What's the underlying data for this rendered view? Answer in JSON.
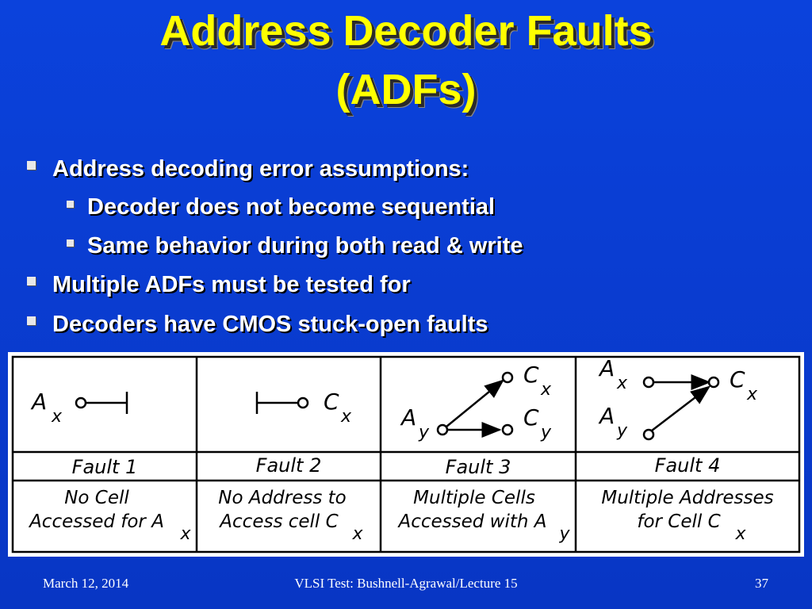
{
  "title": {
    "line1": "Address Decoder Faults",
    "line2": "(ADFs)"
  },
  "bullets": [
    {
      "level": 1,
      "text": "Address decoding error  assumptions:"
    },
    {
      "level": 2,
      "text": "Decoder does not become sequential"
    },
    {
      "level": 2,
      "text": "Same behavior  during both read & write"
    },
    {
      "level": 1,
      "text": "Multiple ADFs must be tested for"
    },
    {
      "level": 1,
      "text": "Decoders  have CMOS stuck-open faults"
    }
  ],
  "figure": {
    "labels": {
      "ax": "A",
      "x": "x",
      "cx": "C",
      "ay": "A",
      "y": "y",
      "cy": "C"
    },
    "faults": [
      "Fault 1",
      "Fault 2",
      "Fault 3",
      "Fault 4"
    ],
    "descriptions": [
      {
        "line1": "No  Cell",
        "line2": "Accessed for A",
        "sub": "x"
      },
      {
        "line1": "No  Address to",
        "line2": "Access cell C",
        "sub": "x"
      },
      {
        "line1": "Multiple  Cells",
        "line2": "Accessed with A",
        "sub": "y"
      },
      {
        "line1": "Multiple  Addresses",
        "line2": "for  Cell  C",
        "sub": "x"
      }
    ]
  },
  "footer": {
    "date": "March 12, 2014",
    "center": "VLSI Test: Bushnell-Agrawal/Lecture 15",
    "page": "37"
  }
}
